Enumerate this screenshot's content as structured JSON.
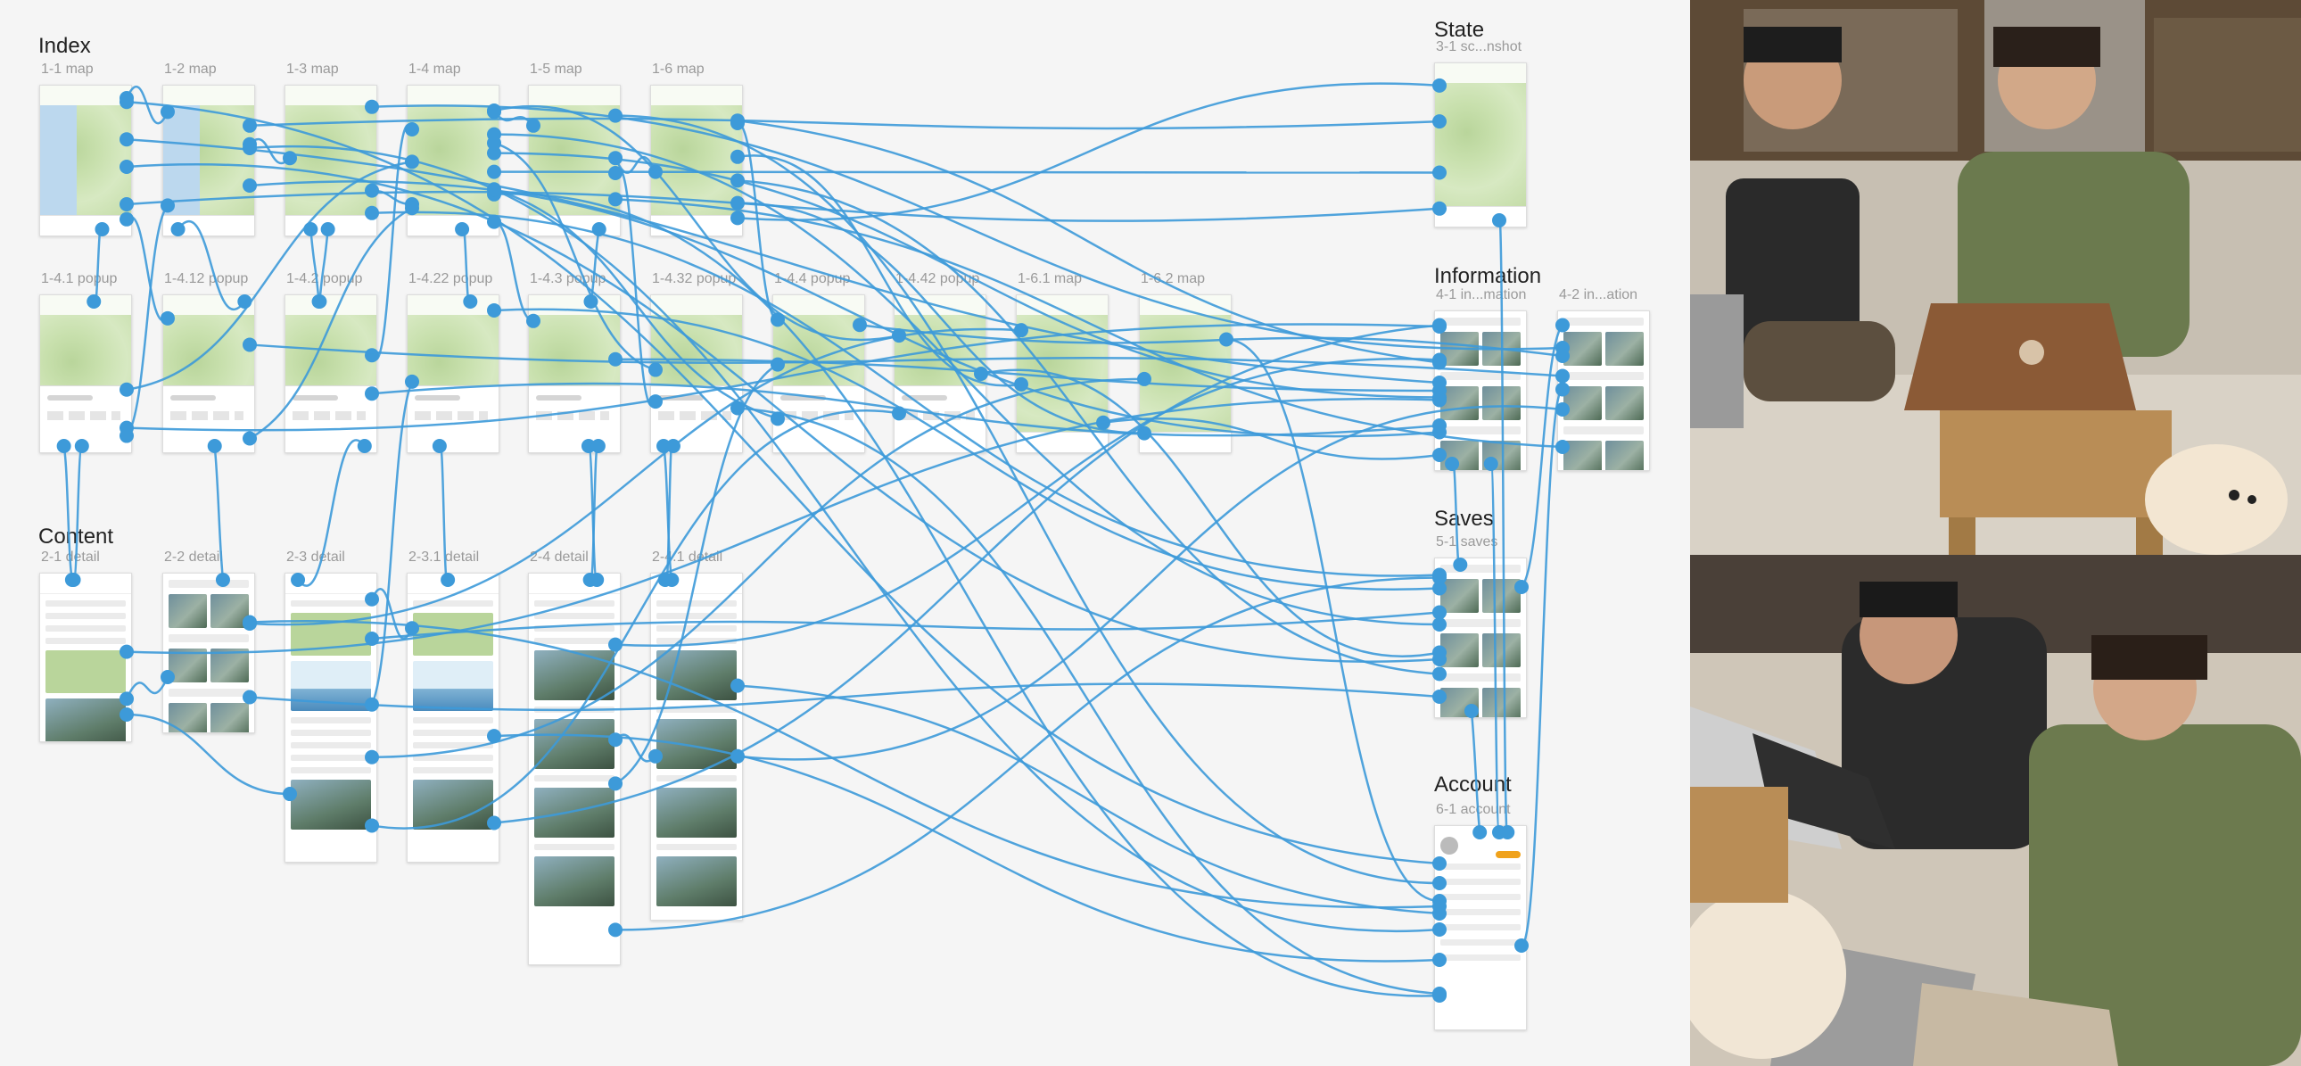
{
  "sections": [
    {
      "id": "index",
      "title": "Index"
    },
    {
      "id": "content",
      "title": "Content"
    },
    {
      "id": "state",
      "title": "State"
    },
    {
      "id": "information",
      "title": "Information"
    },
    {
      "id": "saves",
      "title": "Saves"
    },
    {
      "id": "account",
      "title": "Account"
    }
  ],
  "screens": [
    {
      "id": "1-1",
      "label": "1-1 map",
      "kind": "map-taiwan"
    },
    {
      "id": "1-2",
      "label": "1-2 map",
      "kind": "map-taiwan"
    },
    {
      "id": "1-3",
      "label": "1-3 map",
      "kind": "map"
    },
    {
      "id": "1-4",
      "label": "1-4 map",
      "kind": "map"
    },
    {
      "id": "1-5",
      "label": "1-5 map",
      "kind": "map"
    },
    {
      "id": "1-6",
      "label": "1-6 map",
      "kind": "map"
    },
    {
      "id": "1-4.1",
      "label": "1-4.1 popup",
      "kind": "popup"
    },
    {
      "id": "1-4.12",
      "label": "1-4.12 popup",
      "kind": "popup"
    },
    {
      "id": "1-4.2",
      "label": "1-4.2 popup",
      "kind": "popup"
    },
    {
      "id": "1-4.22",
      "label": "1-4.22 popup",
      "kind": "popup"
    },
    {
      "id": "1-4.3",
      "label": "1-4.3 popup",
      "kind": "popup"
    },
    {
      "id": "1-4.32",
      "label": "1-4.32 popup",
      "kind": "popup"
    },
    {
      "id": "1-4.4",
      "label": "1-4.4 popup",
      "kind": "popup"
    },
    {
      "id": "1-4.42",
      "label": "1-4.42 popup",
      "kind": "popup"
    },
    {
      "id": "1-6.1",
      "label": "1-6.1 map",
      "kind": "map"
    },
    {
      "id": "1-6.2",
      "label": "1-6.2 map",
      "kind": "map"
    },
    {
      "id": "2-1",
      "label": "2-1 detail",
      "kind": "detail-map"
    },
    {
      "id": "2-2",
      "label": "2-2 detail",
      "kind": "list"
    },
    {
      "id": "2-3",
      "label": "2-3 detail",
      "kind": "detail-chart"
    },
    {
      "id": "2-3.1",
      "label": "2-3.1 detail",
      "kind": "detail-chart"
    },
    {
      "id": "2-4",
      "label": "2-4 detail",
      "kind": "detail-long"
    },
    {
      "id": "2-4.1",
      "label": "2-4.1 detail",
      "kind": "detail-long"
    },
    {
      "id": "3-1",
      "label": "3-1 sc...nshot",
      "kind": "map"
    },
    {
      "id": "4-1",
      "label": "4-1 in...mation",
      "kind": "list"
    },
    {
      "id": "4-2",
      "label": "4-2 in...ation",
      "kind": "list"
    },
    {
      "id": "5-1",
      "label": "5-1 saves",
      "kind": "list"
    },
    {
      "id": "6-1",
      "label": "6-1 account",
      "kind": "account"
    }
  ],
  "colors": {
    "canvas": "#f5f5f5",
    "connector": "#3d9ad9",
    "map_land": "#cfe3b3",
    "map_sea": "#bcd8ee",
    "badge": "#f0a21b"
  },
  "photos": [
    {
      "id": "photo-top",
      "description_icon": "team-photo"
    },
    {
      "id": "photo-bottom",
      "description_icon": "team-photo"
    }
  ]
}
